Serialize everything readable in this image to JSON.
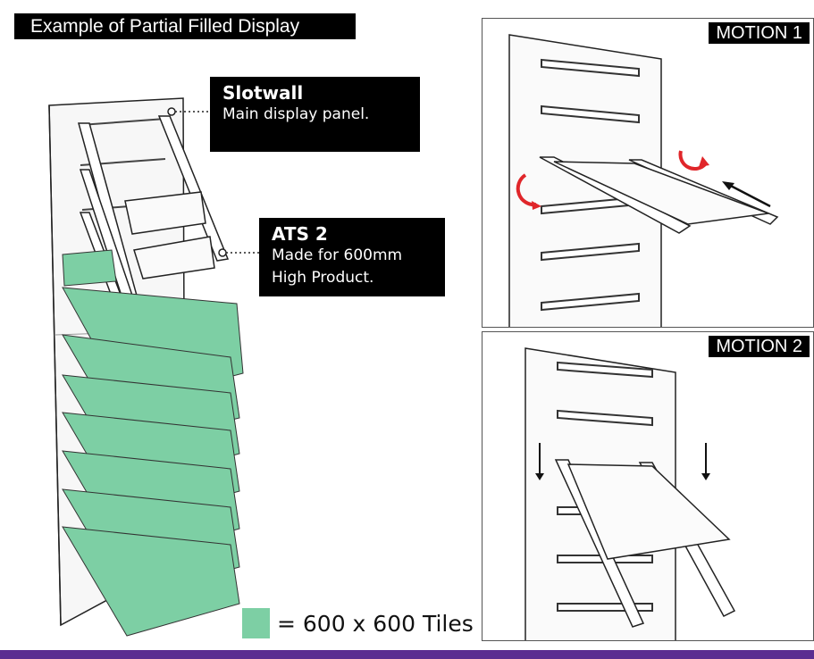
{
  "title": "Example of Partial Filled Display",
  "callouts": {
    "slotwall": {
      "heading": "Slotwall",
      "body": "Main display panel."
    },
    "ats": {
      "heading": "ATS 2",
      "line1": "Made for 600mm",
      "line2": "High Product."
    }
  },
  "motion1": {
    "label": "MOTION 1"
  },
  "motion2": {
    "label": "MOTION 2"
  },
  "legend": {
    "text": "= 600 x 600 Tiles",
    "swatch_color": "#7dcfa4"
  },
  "colors": {
    "tile": "#7dcfa4",
    "accent_bar": "#5b2d91",
    "rotation_arrow": "#e0262a"
  }
}
